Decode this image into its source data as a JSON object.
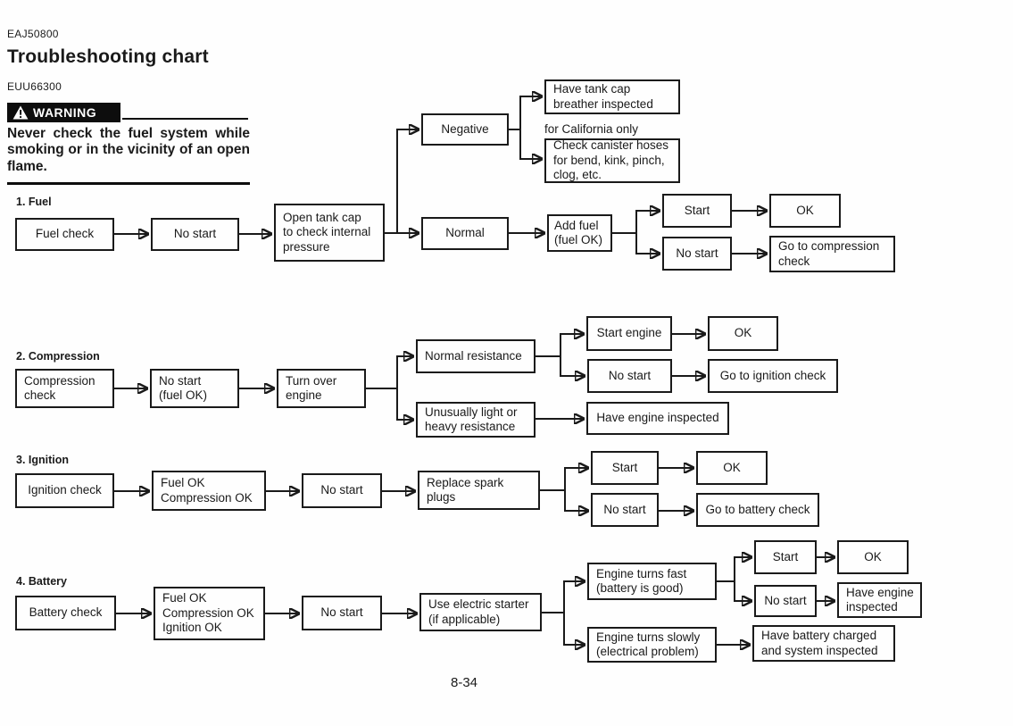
{
  "meta": {
    "code_top": "EAJ50800",
    "title": "Troubleshooting chart",
    "code_sub": "EUU66300",
    "page_number": "8-34"
  },
  "warning": {
    "label": "WARNING",
    "icon": "warning-triangle-icon",
    "text": "Never check the fuel system while smoking or in the vicinity of an open flame."
  },
  "annotations": {
    "california": "for California only"
  },
  "sections": {
    "s1": "1. Fuel",
    "s2": "2. Compression",
    "s3": "3. Ignition",
    "s4": "4. Battery"
  },
  "nodes": {
    "s1_fuel_check": "Fuel check",
    "s1_no_start": "No start",
    "s1_open_tank": "Open tank cap\nto check internal\npressure",
    "s1_negative": "Negative",
    "s1_breather": "Have tank cap\nbreather inspected",
    "s1_canister": "Check canister hoses\nfor bend, kink, pinch,\nclog, etc.",
    "s1_normal": "Normal",
    "s1_add_fuel": "Add fuel\n(fuel OK)",
    "s1_start": "Start",
    "s1_ok": "OK",
    "s1_no_start2": "No start",
    "s1_goto_comp": "Go to compression\ncheck",
    "s2_comp_check": "Compression\ncheck",
    "s2_no_start": "No start\n(fuel OK)",
    "s2_turn_over": "Turn over\nengine",
    "s2_normal_res": "Normal resistance",
    "s2_start_engine": "Start engine",
    "s2_ok": "OK",
    "s2_no_start2": "No start",
    "s2_goto_ign": "Go to ignition check",
    "s2_unusual": "Unusually light or\nheavy resistance",
    "s2_engine_inspected": "Have engine inspected",
    "s3_ign_check": "Ignition check",
    "s3_fuel_ok": "Fuel OK\nCompression OK",
    "s3_no_start": "No start",
    "s3_replace": "Replace spark\nplugs",
    "s3_start": "Start",
    "s3_ok": "OK",
    "s3_no_start2": "No start",
    "s3_goto_batt": "Go to battery check",
    "s4_batt_check": "Battery check",
    "s4_fuel_ok": "Fuel OK\nCompression OK\nIgnition OK",
    "s4_no_start": "No start",
    "s4_starter": "Use electric starter\n(if applicable)",
    "s4_fast": "Engine turns fast\n(battery is good)",
    "s4_slow": "Engine turns slowly\n(electrical problem)",
    "s4_start": "Start",
    "s4_ok": "OK",
    "s4_no_start2": "No start",
    "s4_engine_inspected": "Have engine\ninspected",
    "s4_batt_charged": "Have battery charged\nand system inspected"
  },
  "edges": [
    "s1_fuel_check>s1_no_start",
    "s1_no_start>s1_open_tank",
    "s1_open_tank>s1_negative",
    "s1_open_tank>s1_normal",
    "s1_negative>s1_breather",
    "s1_negative>s1_canister",
    "s1_normal>s1_add_fuel",
    "s1_add_fuel>s1_start",
    "s1_add_fuel>s1_no_start2",
    "s1_start>s1_ok",
    "s1_no_start2>s1_goto_comp",
    "s2_comp_check>s2_no_start",
    "s2_no_start>s2_turn_over",
    "s2_turn_over>s2_normal_res",
    "s2_turn_over>s2_unusual",
    "s2_normal_res>s2_start_engine",
    "s2_normal_res>s2_no_start2",
    "s2_start_engine>s2_ok",
    "s2_no_start2>s2_goto_ign",
    "s2_unusual>s2_engine_inspected",
    "s3_ign_check>s3_fuel_ok",
    "s3_fuel_ok>s3_no_start",
    "s3_no_start>s3_replace",
    "s3_replace>s3_start",
    "s3_replace>s3_no_start2",
    "s3_start>s3_ok",
    "s3_no_start2>s3_goto_batt",
    "s4_batt_check>s4_fuel_ok",
    "s4_fuel_ok>s4_no_start",
    "s4_no_start>s4_starter",
    "s4_starter>s4_fast",
    "s4_starter>s4_slow",
    "s4_fast>s4_start",
    "s4_fast>s4_no_start2",
    "s4_start>s4_ok",
    "s4_no_start2>s4_engine_inspected",
    "s4_slow>s4_batt_charged"
  ],
  "colors": {
    "ink": "#1a1a1a",
    "warning_bg": "#0d0d0d",
    "paper": "#fefefe"
  }
}
